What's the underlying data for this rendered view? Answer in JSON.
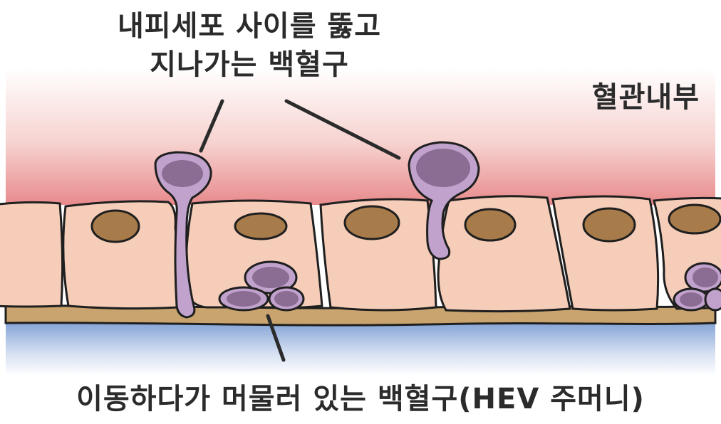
{
  "labels": {
    "top_line1": "내피세포 사이를 뚫고",
    "top_line2": "지나가는 백혈구",
    "lumen": "혈관내부",
    "bottom": "이동하다가 머물러 있는 백혈구(HEV 주머니)"
  },
  "colors": {
    "lumen_top": "#ffffff",
    "lumen_bottom": "#e88a8c",
    "tissue_top": "#7f9fd4",
    "tissue_bottom": "#ffffff",
    "cell_fill": "#f5cdb9",
    "nucleus_fill": "#a87c4a",
    "basement_membrane": "#c9a46e",
    "leukocyte_outer": "#c0a2cc",
    "leukocyte_inner": "#8b6d93",
    "outline": "#1f1f1f"
  }
}
